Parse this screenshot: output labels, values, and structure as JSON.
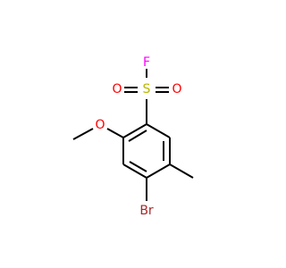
{
  "atoms": {
    "fluorine": {
      "label": "F",
      "color": "#ff00ff"
    },
    "sulfur": {
      "label": "S",
      "color": "#b8b800"
    },
    "oxygen_left": {
      "label": "O",
      "color": "#ff0000"
    },
    "oxygen_right": {
      "label": "O",
      "color": "#ff0000"
    },
    "oxygen_methoxy": {
      "label": "O",
      "color": "#ff0000"
    },
    "bromine": {
      "label": "Br",
      "color": "#a52a2a"
    }
  }
}
